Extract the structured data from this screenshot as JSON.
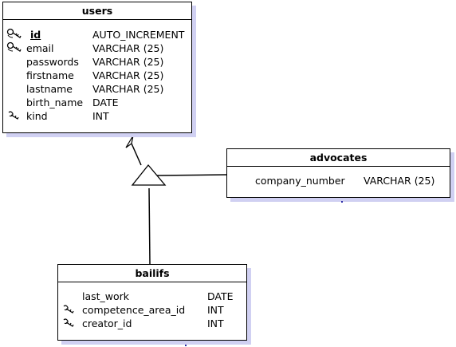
{
  "entities": {
    "users": {
      "title": "users",
      "columns": [
        {
          "name": "id",
          "type": "AUTO_INCREMENT",
          "key": "primary",
          "icon": "key-icon"
        },
        {
          "name": "email",
          "type": "VARCHAR (25)",
          "key": "unique",
          "icon": "key-icon"
        },
        {
          "name": "passwords",
          "type": "VARCHAR (25)",
          "key": "",
          "icon": ""
        },
        {
          "name": "firstname",
          "type": "VARCHAR (25)",
          "key": "",
          "icon": ""
        },
        {
          "name": "lastname",
          "type": "VARCHAR (25)",
          "key": "",
          "icon": ""
        },
        {
          "name": "birth_name",
          "type": "DATE",
          "key": "",
          "icon": ""
        },
        {
          "name": "kind",
          "type": "INT",
          "key": "foreign",
          "icon": "foreign-key-icon"
        }
      ]
    },
    "advocates": {
      "title": "advocates",
      "columns": [
        {
          "name": "company_number",
          "type": "VARCHAR (25)",
          "key": "",
          "icon": ""
        }
      ]
    },
    "bailifs": {
      "title": "bailifs",
      "columns": [
        {
          "name": "last_work",
          "type": "DATE",
          "key": "",
          "icon": ""
        },
        {
          "name": "competence_area_id",
          "type": "INT",
          "key": "foreign",
          "icon": "foreign-key-icon"
        },
        {
          "name": "creator_id",
          "type": "INT",
          "key": "foreign",
          "icon": "foreign-key-icon"
        }
      ]
    }
  },
  "colors": {
    "shadow": "#d0d0f2",
    "line": "#000000",
    "background": "#ffffff"
  }
}
